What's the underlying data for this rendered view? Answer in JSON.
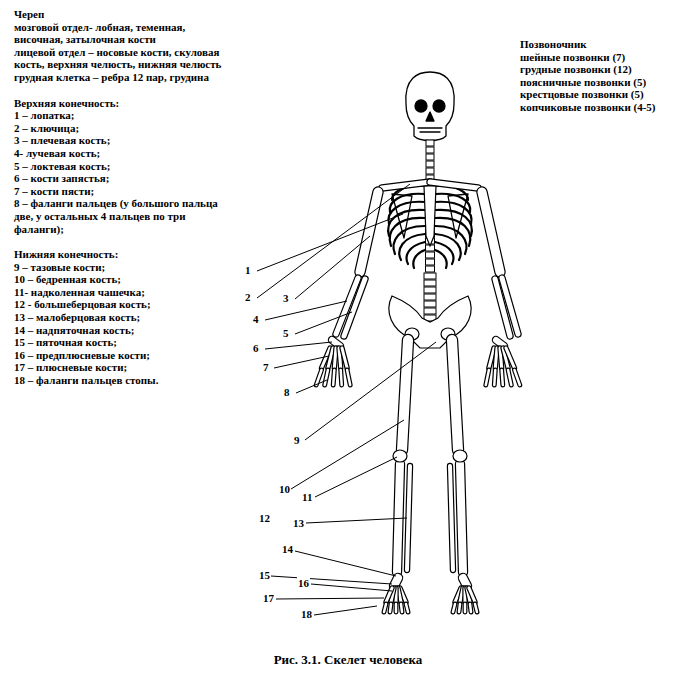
{
  "diagram": {
    "caption": "Рис. 3.1. Скелет человека",
    "labels": [
      "Череп",
      "мозговой отдел- лобная, теменная, височная, затылочная кости",
      "лицевой отдел – носовые кости, скуловая кость, верхняя челюсть, нижняя челюсть",
      "грудная клетка – ребра 12 пар, грудина",
      "Верхняя конечность:",
      "1 – лопатка;",
      "2 – ключица;",
      "3 – плечевая кость;",
      "4- лучевая кость;",
      "5 – локтевая кость;",
      "6 – кости запястья;",
      "7 – кости пясти;",
      "8 – фаланги пальцев (у большого пальца две, у остальных 4 пальцев по три фаланги);",
      "Нижняя конечность:",
      "9 – тазовые кости;",
      "10 – бедренная кость;",
      "11- надколенная чашечка;",
      "12 - большеберцовая кость;",
      "13 – малоберцовая кость;",
      "14 – надпяточная кость;",
      "15 – пяточная кость;",
      "16 – предплюсневые кости;",
      "17 – плюсневые кости;",
      "18 – фаланги пальцев стопы.",
      "Позвоночник",
      "шейные позвонки (7)",
      "грудные позвонки (12)",
      "поясничные позвонки (5)",
      "крестцовые позвонки (5)",
      "копчиковые позвонки (4-5)",
      "1",
      "2",
      "3",
      "4",
      "5",
      "6",
      "7",
      "8",
      "9",
      "10",
      "11",
      "12",
      "13",
      "14",
      "15",
      "16",
      "17",
      "18"
    ]
  }
}
